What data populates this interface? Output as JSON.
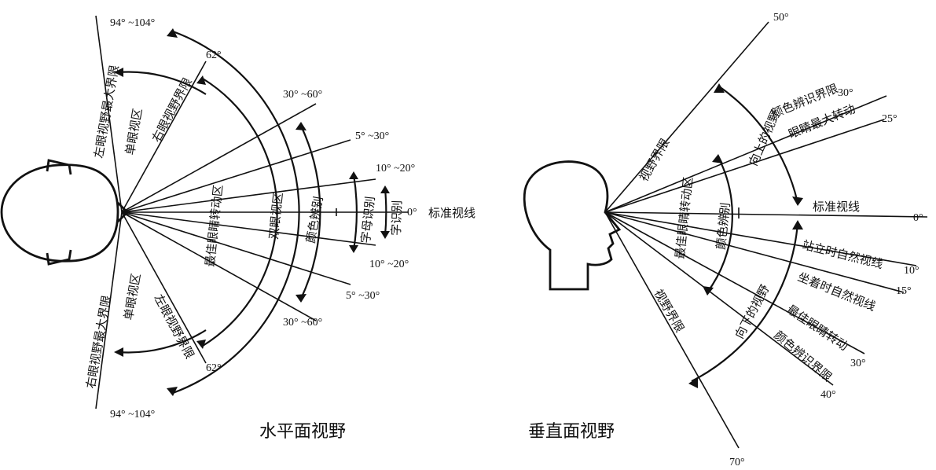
{
  "horizontal": {
    "caption": "水平面视野",
    "degrees": {
      "top_94": "94°  ~104°",
      "bot_94": "94°  ~104°",
      "top_62": "62°",
      "bot_62": "62°",
      "top_30": "30°  ~60°",
      "bot_30": "30°  ~60°",
      "top_5": "5°  ~30°",
      "bot_5": "5°  ~30°",
      "top_10": "10°  ~20°",
      "bot_10": "10°  ~20°",
      "zero": "0°"
    },
    "labels": {
      "left_eye_max": "左眼视野最大界限",
      "right_eye_max": "右眼视野最大界限",
      "mono_top": "单眼视区",
      "mono_bot": "单眼视区",
      "right_eye_limit": "右眼视野界限",
      "left_eye_limit": "左眼视野界限",
      "best_rotation": "最佳眼睛转动区",
      "binocular": "双眼视区",
      "color": "颜色辨别",
      "letter": "字母识别",
      "word": "字识别",
      "std_line": "标准视线"
    }
  },
  "vertical": {
    "caption": "垂直面视野",
    "degrees": {
      "d50": "50°",
      "d30": "30°",
      "d25": "25°",
      "d0": "0°",
      "d10": "10°",
      "d15": "15°",
      "d30b": "30°",
      "d40": "40°",
      "d70": "70°"
    },
    "labels": {
      "view_limit_top": "视野界限",
      "view_limit_bot": "视野界限",
      "up_view": "向上的视野",
      "down_view": "向下的视野",
      "color_limit_top": "颜色辨识界限",
      "eye_max_rot": "眼睛最大转动",
      "best_eye_rot": "最佳眼睛转动区",
      "color": "颜色辨别",
      "std_line": "标准视线",
      "standing": "站立时自然视线",
      "sitting": "坐着时自然视线",
      "best_eye_rot_down": "最佳眼睛转动",
      "color_limit_bot": "颜色辨识界限"
    }
  }
}
